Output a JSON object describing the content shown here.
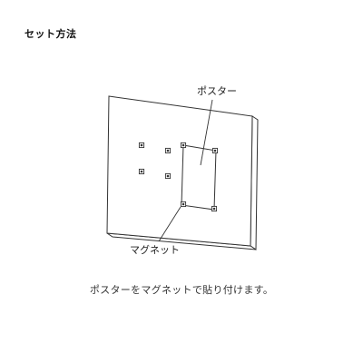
{
  "heading": "セット方法",
  "labels": {
    "poster": "ポスター",
    "magnet": "マグネット"
  },
  "caption": "ポスターをマグネットで貼り付けます。"
}
